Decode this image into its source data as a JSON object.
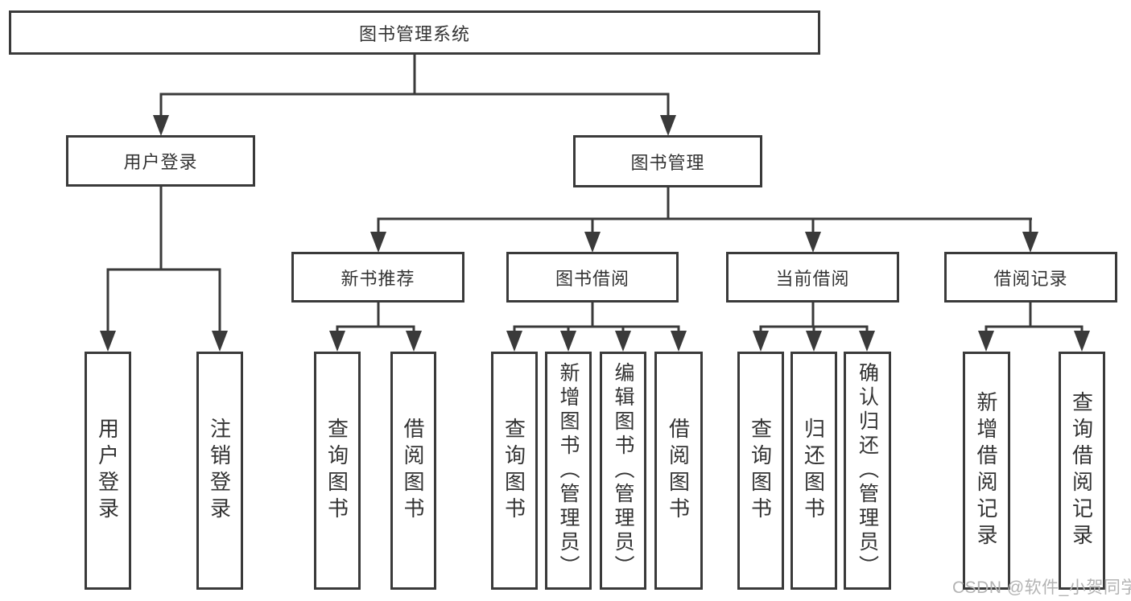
{
  "colors": {
    "line": "#3a3a3a",
    "text": "#333333",
    "box_background": "#ffffff",
    "watermark": "#b3b3b3"
  },
  "watermark": {
    "text": "CSDN @软件_小贺同学"
  },
  "tree": {
    "root": {
      "label": "图书管理系统"
    },
    "branches": [
      {
        "label": "用户登录",
        "children": [
          {
            "label": "用户登录"
          },
          {
            "label": "注销登录"
          }
        ]
      },
      {
        "label": "图书管理",
        "children": [
          {
            "label": "新书推荐",
            "children": [
              {
                "label": "查询图书"
              },
              {
                "label": "借阅图书"
              }
            ]
          },
          {
            "label": "图书借阅",
            "children": [
              {
                "label": "查询图书"
              },
              {
                "label": "新增图书（管理员）"
              },
              {
                "label": "编辑图书（管理员）"
              },
              {
                "label": "借阅图书"
              }
            ]
          },
          {
            "label": "当前借阅",
            "children": [
              {
                "label": "查询图书"
              },
              {
                "label": "归还图书"
              },
              {
                "label": "确认归还（管理员）"
              }
            ]
          },
          {
            "label": "借阅记录",
            "children": [
              {
                "label": "新增借阅记录"
              },
              {
                "label": "查询借阅记录"
              }
            ]
          }
        ]
      }
    ]
  }
}
